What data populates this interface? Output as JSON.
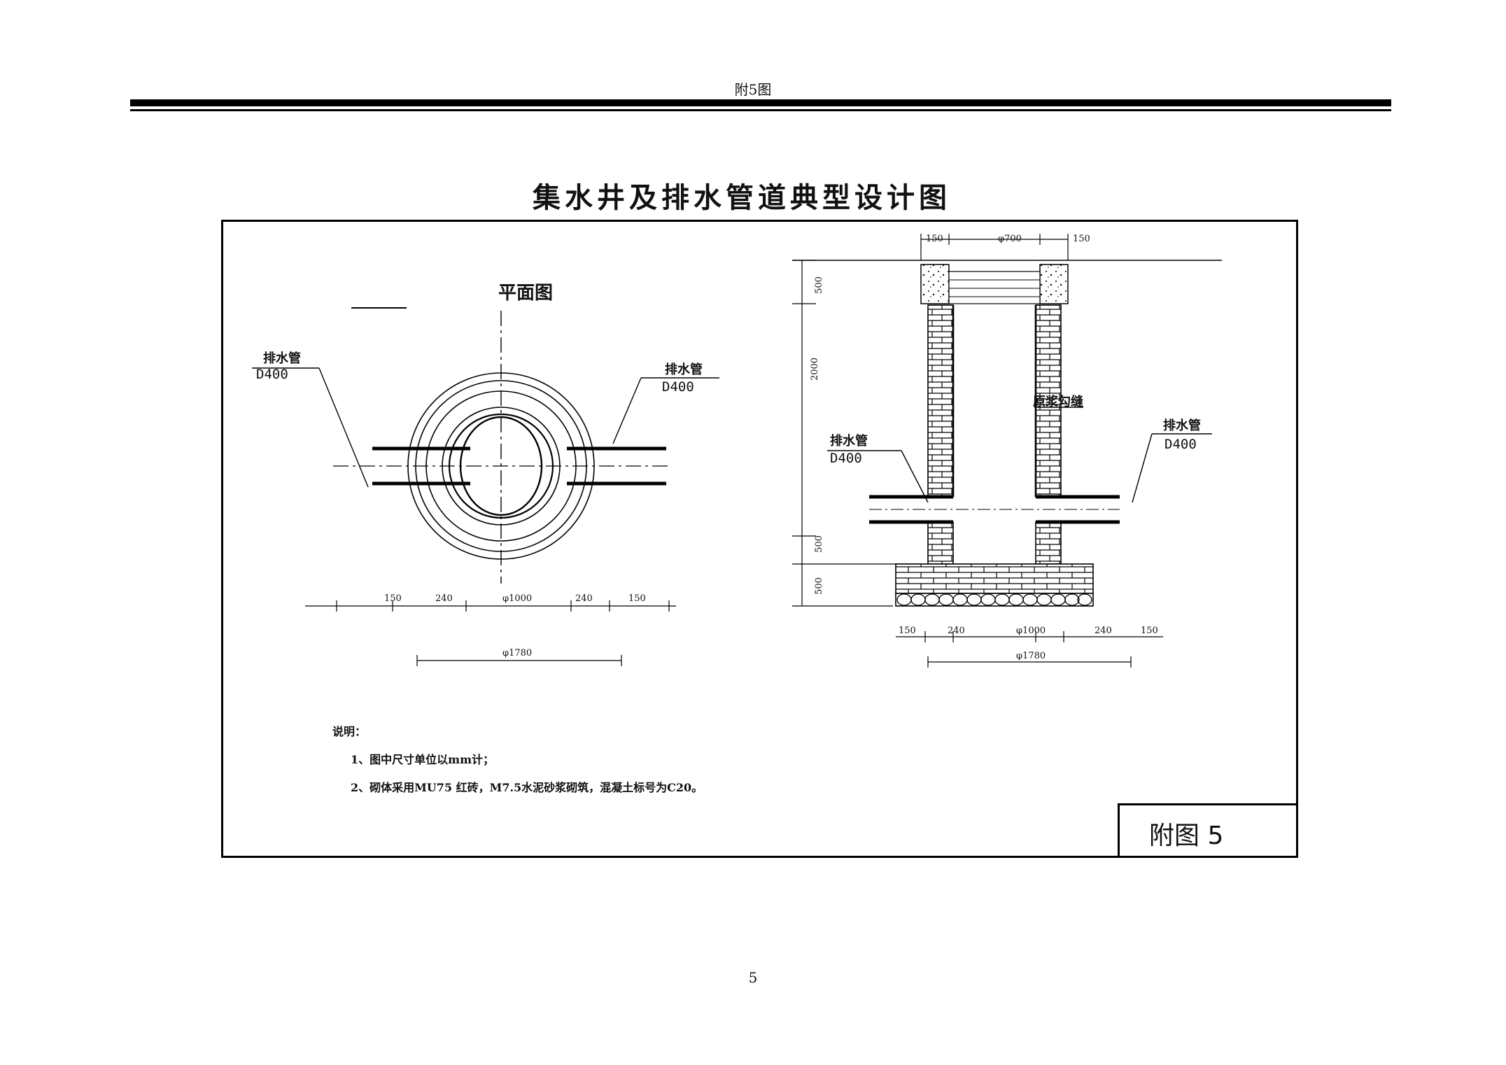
{
  "header": {
    "running_title": "附5图"
  },
  "drawing": {
    "title": "集水井及排水管道典型设计图",
    "plan": {
      "heading": "平面图",
      "pipe_left": {
        "label": "排水管",
        "size": "D400"
      },
      "pipe_right": {
        "label": "排水管",
        "size": "D400"
      },
      "dims_row": [
        "150",
        "240",
        "φ1000",
        "240",
        "150"
      ],
      "dim_total": "φ1780"
    },
    "section": {
      "top_dims": [
        "150",
        "φ700",
        "150"
      ],
      "vert_dims": [
        "500",
        "2000",
        "500",
        "500"
      ],
      "wall_note": "原浆勾缝",
      "pipe_left": {
        "label": "排水管",
        "size": "D400"
      },
      "pipe_right": {
        "label": "排水管",
        "size": "D400"
      },
      "dims_row": [
        "150",
        "240",
        "φ1000",
        "240",
        "150"
      ],
      "dim_total": "φ1780"
    },
    "notes": {
      "heading": "说明：",
      "items": [
        "1、图中尺寸单位以mm计；",
        "2、砌体采用MU75 红砖，M7.5水泥砂浆砌筑，混凝土标号为C20。"
      ]
    },
    "stamp": "附图 5"
  },
  "footer": {
    "page_number": "5"
  }
}
